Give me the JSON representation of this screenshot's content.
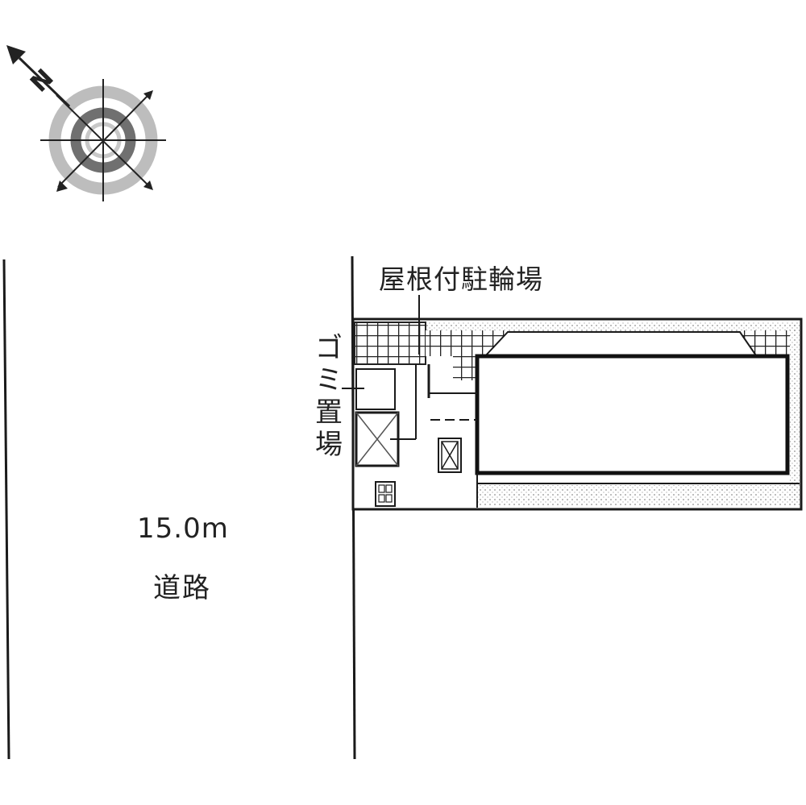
{
  "labels": {
    "road_width": "15.0m",
    "road": "道路",
    "bicycle_parking": "屋根付駐輪場",
    "garbage_area": "ゴミ置場"
  },
  "compass": {
    "north_mark": "N"
  },
  "colors": {
    "line": "#1a1a1a",
    "compass_light": "#b9b9b9",
    "compass_dark": "#6e6e6e",
    "dots": "#9a9a9a",
    "background": "#ffffff"
  }
}
